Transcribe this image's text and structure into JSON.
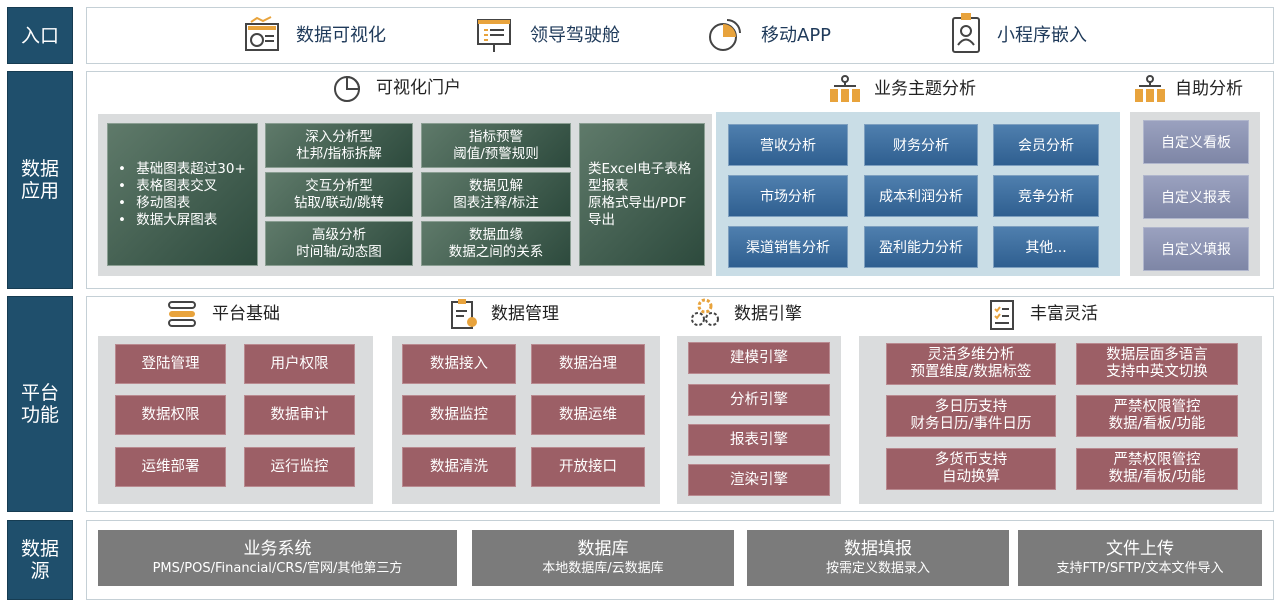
{
  "rows": {
    "entry": "入口",
    "data_app": "数据\n应用",
    "platform": "平台\n功能",
    "data_source": "数据\n源"
  },
  "entry_items": [
    {
      "label": "数据可视化",
      "icon": "chart-board-icon"
    },
    {
      "label": "领导驾驶舱",
      "icon": "presentation-board-icon"
    },
    {
      "label": "移动APP",
      "icon": "pie-chart-icon"
    },
    {
      "label": "小程序嵌入",
      "icon": "id-badge-icon"
    }
  ],
  "visual_portal": {
    "title": "可视化门户",
    "bullets": [
      "基础图表超过30+",
      "表格图表交叉",
      "移动图表",
      "数据大屏图表"
    ],
    "cells": [
      "深入分析型\n杜邦/指标拆解",
      "交互分析型\n钻取/联动/跳转",
      "高级分析\n时间轴/动态图",
      "指标预警\n阈值/预警规则",
      "数据见解\n图表注释/标注",
      "数据血缘\n数据之间的关系"
    ],
    "excel": "类Excel电子表格型报表\n原格式导出/PDF导出"
  },
  "business_analysis": {
    "title": "业务主题分析",
    "items": [
      "营收分析",
      "财务分析",
      "会员分析",
      "市场分析",
      "成本利润分析",
      "竞争分析",
      "渠道销售分析",
      "盈利能力分析",
      "其他..."
    ]
  },
  "self_service": {
    "title": "自助分析",
    "items": [
      "自定义看板",
      "自定义报表",
      "自定义填报"
    ]
  },
  "platform_base": {
    "title": "平台基础",
    "items": [
      "登陆管理",
      "用户权限",
      "数据权限",
      "数据审计",
      "运维部署",
      "运行监控"
    ]
  },
  "data_mgmt": {
    "title": "数据管理",
    "items": [
      "数据接入",
      "数据治理",
      "数据监控",
      "数据运维",
      "数据清洗",
      "开放接口"
    ]
  },
  "data_engine": {
    "title": "数据引擎",
    "items": [
      "建模引擎",
      "分析引擎",
      "报表引擎",
      "渲染引擎"
    ]
  },
  "flexible": {
    "title": "丰富灵活",
    "items": [
      "灵活多维分析\n预置维度/数据标签",
      "数据层面多语言\n支持中英文切换",
      "多日历支持\n财务日历/事件日历",
      "严禁权限管控\n数据/看板/功能",
      "多货币支持\n自动换算",
      "严禁权限管控\n数据/看板/功能"
    ]
  },
  "sources": [
    {
      "title": "业务系统",
      "sub": "PMS/POS/Financial/CRS/官网/其他第三方"
    },
    {
      "title": "数据库",
      "sub": "本地数据库/云数据库"
    },
    {
      "title": "数据填报",
      "sub": "按需定义数据录入"
    },
    {
      "title": "文件上传",
      "sub": "支持FTP/SFTP/文本文件导入"
    }
  ],
  "colors": {
    "side": "#1f4f6c",
    "green": "#3f5c4e",
    "blue": "#3f6f9f",
    "red": "#9c5f66",
    "grey": "#7b7b7b"
  }
}
